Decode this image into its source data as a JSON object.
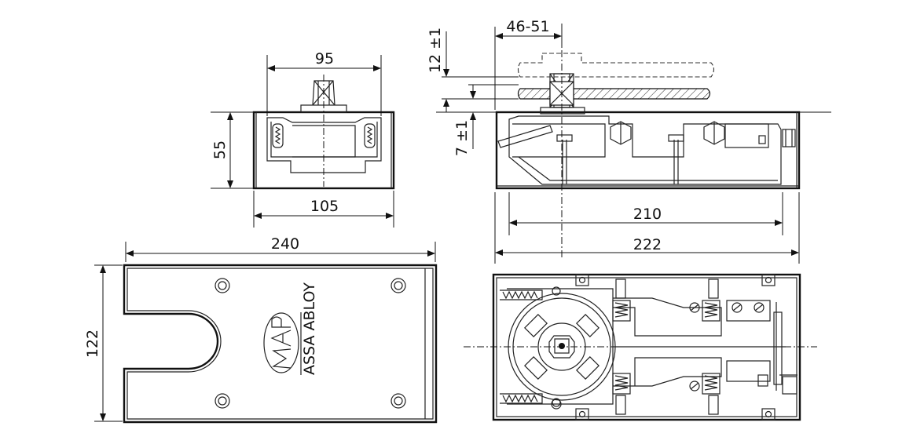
{
  "dimensions": {
    "top_width": "95",
    "height_55": "55",
    "bottom_width_105": "105",
    "range": "46-51",
    "tol_12": "12 ±1",
    "tol_7": "7 ±1",
    "length_210": "210",
    "length_222": "222",
    "length_240": "240",
    "width_122": "122"
  },
  "branding": {
    "brand": "ASSA ABLOY"
  },
  "colors": {
    "line": "#111111",
    "background": "#ffffff"
  }
}
